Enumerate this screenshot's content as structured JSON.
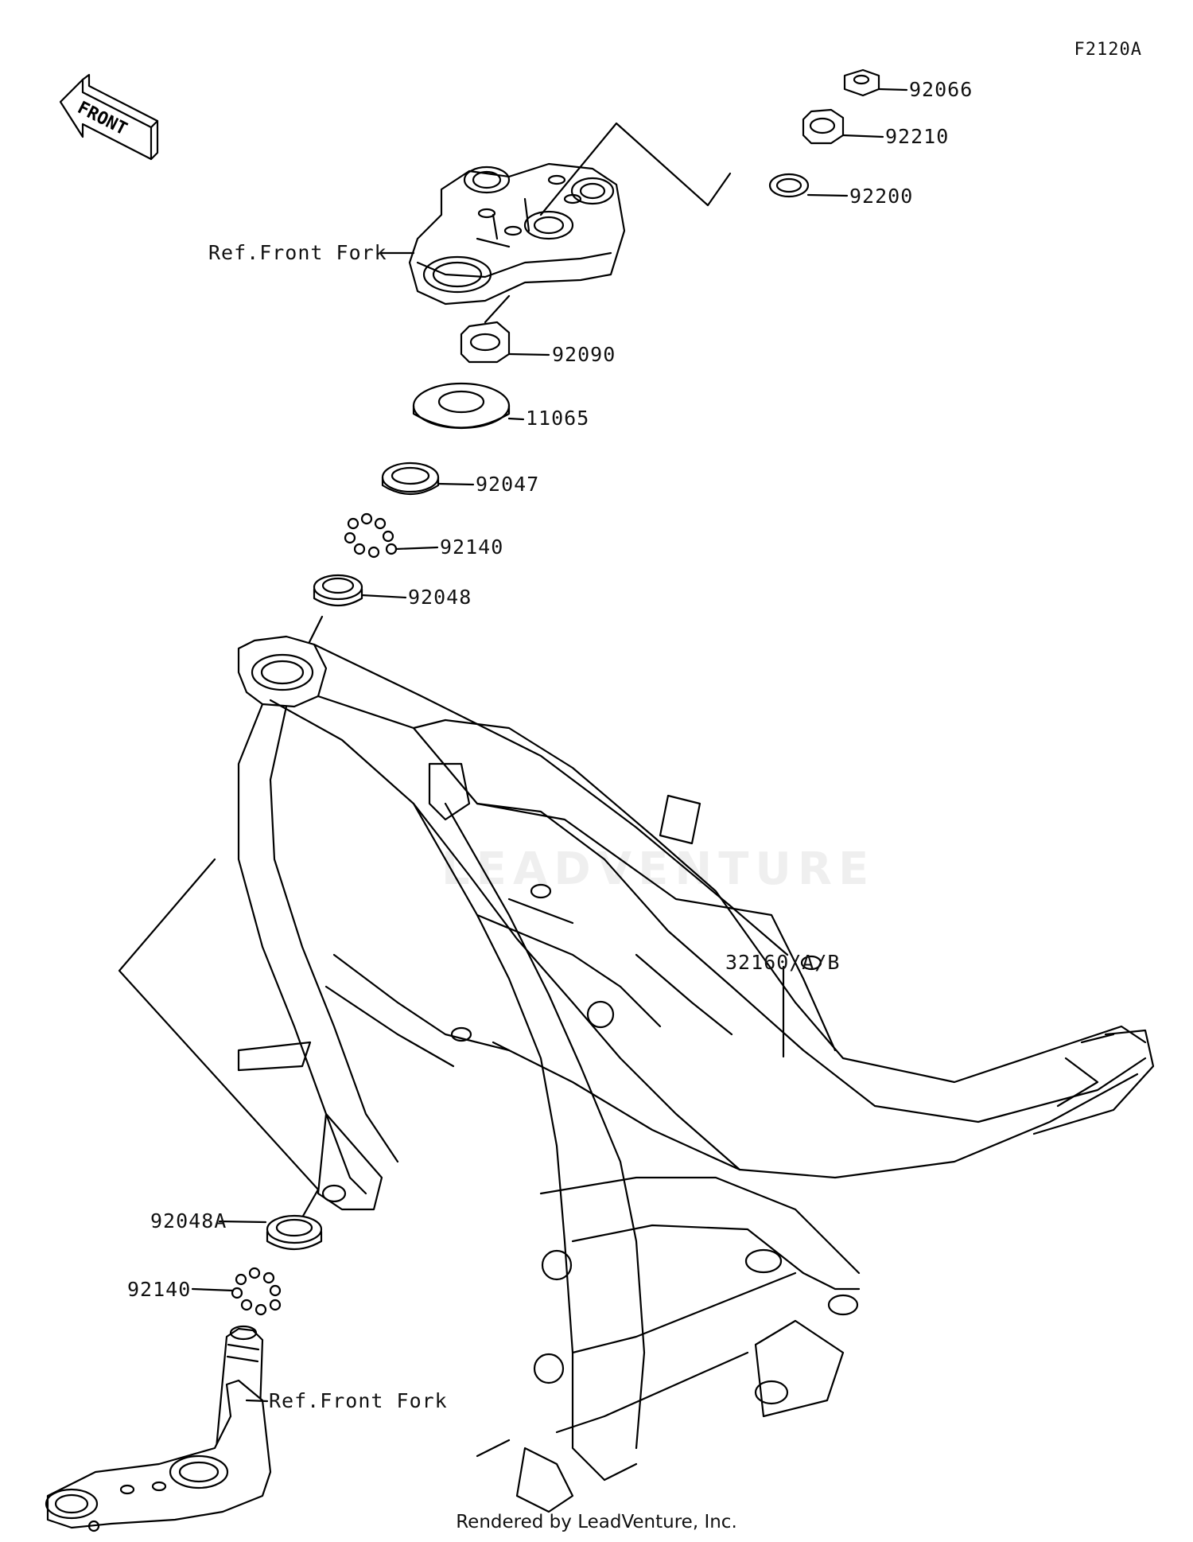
{
  "diagram_code": "F2120A",
  "front_arrow_text": "FRONT",
  "watermark_text": "LEADVENTURE",
  "footer": "Rendered by LeadVenture, Inc.",
  "labels": {
    "p92066": "92066",
    "p92210": "92210",
    "p92200": "92200",
    "ref_front_fork_top": "Ref.Front Fork",
    "p92090": "92090",
    "p11065": "11065",
    "p92047": "92047",
    "p92140_top": "92140",
    "p92048": "92048",
    "p32160": "32160/A/B",
    "p92048A": "92048A",
    "p92140_bottom": "92140",
    "ref_front_fork_bottom": "Ref.Front Fork"
  }
}
